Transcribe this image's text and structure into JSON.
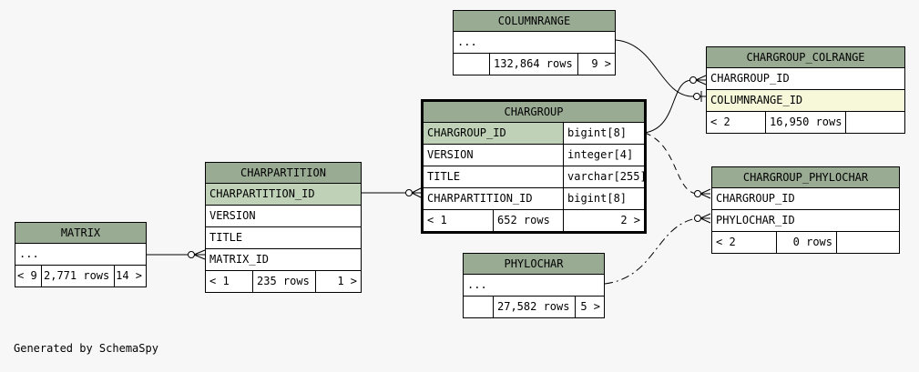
{
  "columnrange": {
    "title": "COLUMNRANGE",
    "more": "...",
    "rows": "132,864 rows",
    "children": "9 >"
  },
  "chargroup_colrange": {
    "title": "CHARGROUP_COLRANGE",
    "col1": "CHARGROUP_ID",
    "col2": "COLUMNRANGE_ID",
    "parents": "< 2",
    "rows": "16,950 rows"
  },
  "chargroup": {
    "title": "CHARGROUP",
    "columns": [
      {
        "name": "CHARGROUP_ID",
        "type": "bigint[8]"
      },
      {
        "name": "VERSION",
        "type": "integer[4]"
      },
      {
        "name": "TITLE",
        "type": "varchar[255]"
      },
      {
        "name": "CHARPARTITION_ID",
        "type": "bigint[8]"
      }
    ],
    "parents": "< 1",
    "rows": "652 rows",
    "children": "2 >"
  },
  "chargroup_phylochar": {
    "title": "CHARGROUP_PHYLOCHAR",
    "col1": "CHARGROUP_ID",
    "col2": "PHYLOCHAR_ID",
    "parents": "< 2",
    "rows": "0 rows"
  },
  "charpartition": {
    "title": "CHARPARTITION",
    "columns": [
      "CHARPARTITION_ID",
      "VERSION",
      "TITLE",
      "MATRIX_ID"
    ],
    "parents": "< 1",
    "rows": "235 rows",
    "children": "1 >"
  },
  "matrix": {
    "title": "MATRIX",
    "more": "...",
    "parents": "< 9",
    "rows": "2,771 rows",
    "children": "14 >"
  },
  "phylochar": {
    "title": "PHYLOCHAR",
    "more": "...",
    "rows": "27,582 rows",
    "children": "5 >"
  },
  "footer": "Generated by SchemaSpy"
}
